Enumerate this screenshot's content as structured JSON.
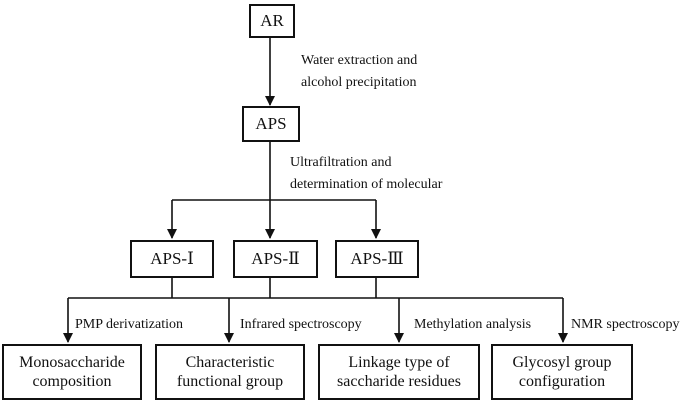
{
  "nodes": {
    "ar": "AR",
    "aps": "APS",
    "aps_1": "APS-Ⅰ",
    "aps_2": "APS-Ⅱ",
    "aps_3": "APS-Ⅲ",
    "result_1": [
      "Monosaccharide",
      "composition"
    ],
    "result_2": [
      "Characteristic",
      "functional group"
    ],
    "result_3": [
      "Linkage type of",
      "saccharide residues"
    ],
    "result_4": [
      "Glycosyl group",
      "configuration"
    ]
  },
  "edge_labels": {
    "step_1": [
      "Water extraction and",
      "alcohol precipitation"
    ],
    "step_2": [
      "Ultrafiltration and",
      "determination of molecular"
    ],
    "method_1": "PMP derivatization",
    "method_2": "Infrared spectroscopy",
    "method_3": "Methylation analysis",
    "method_4": "NMR spectroscopy"
  }
}
